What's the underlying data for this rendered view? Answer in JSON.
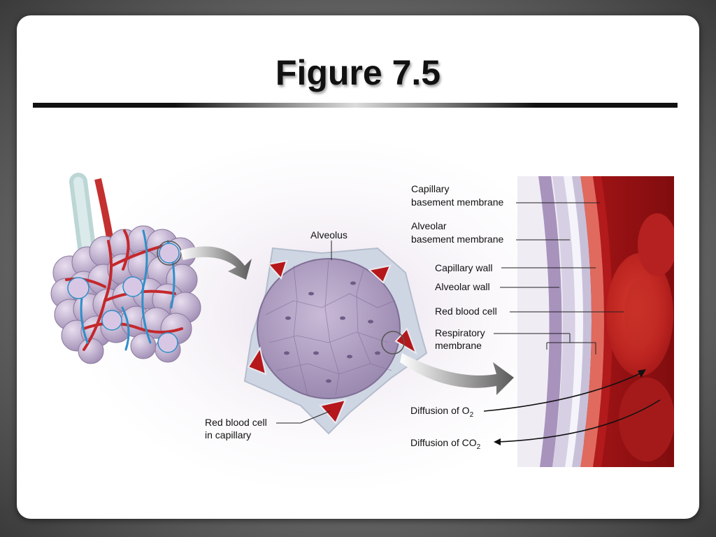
{
  "slide": {
    "title": "Figure 7.5"
  },
  "labels": {
    "alveolus": "Alveolus",
    "rbc_capillary_1": "Red blood cell",
    "rbc_capillary_2": "in capillary",
    "capillary_bm_1": "Capillary",
    "capillary_bm_2": "basement membrane",
    "alveolar_bm_1": "Alveolar",
    "alveolar_bm_2": "basement membrane",
    "capillary_wall": "Capillary wall",
    "alveolar_wall": "Alveolar wall",
    "red_blood_cell": "Red blood cell",
    "respiratory_1": "Respiratory",
    "respiratory_2": "membrane",
    "diffusion_o2": "Diffusion of O",
    "o2_sub": "2",
    "diffusion_co2": "Diffusion of CO",
    "co2_sub": "2"
  },
  "colors": {
    "vessel_red": "#c0262b",
    "vessel_blue": "#2f8fc9",
    "alveoli_lavender": "#b7a6c8",
    "blood_dark": "#8e1012"
  }
}
